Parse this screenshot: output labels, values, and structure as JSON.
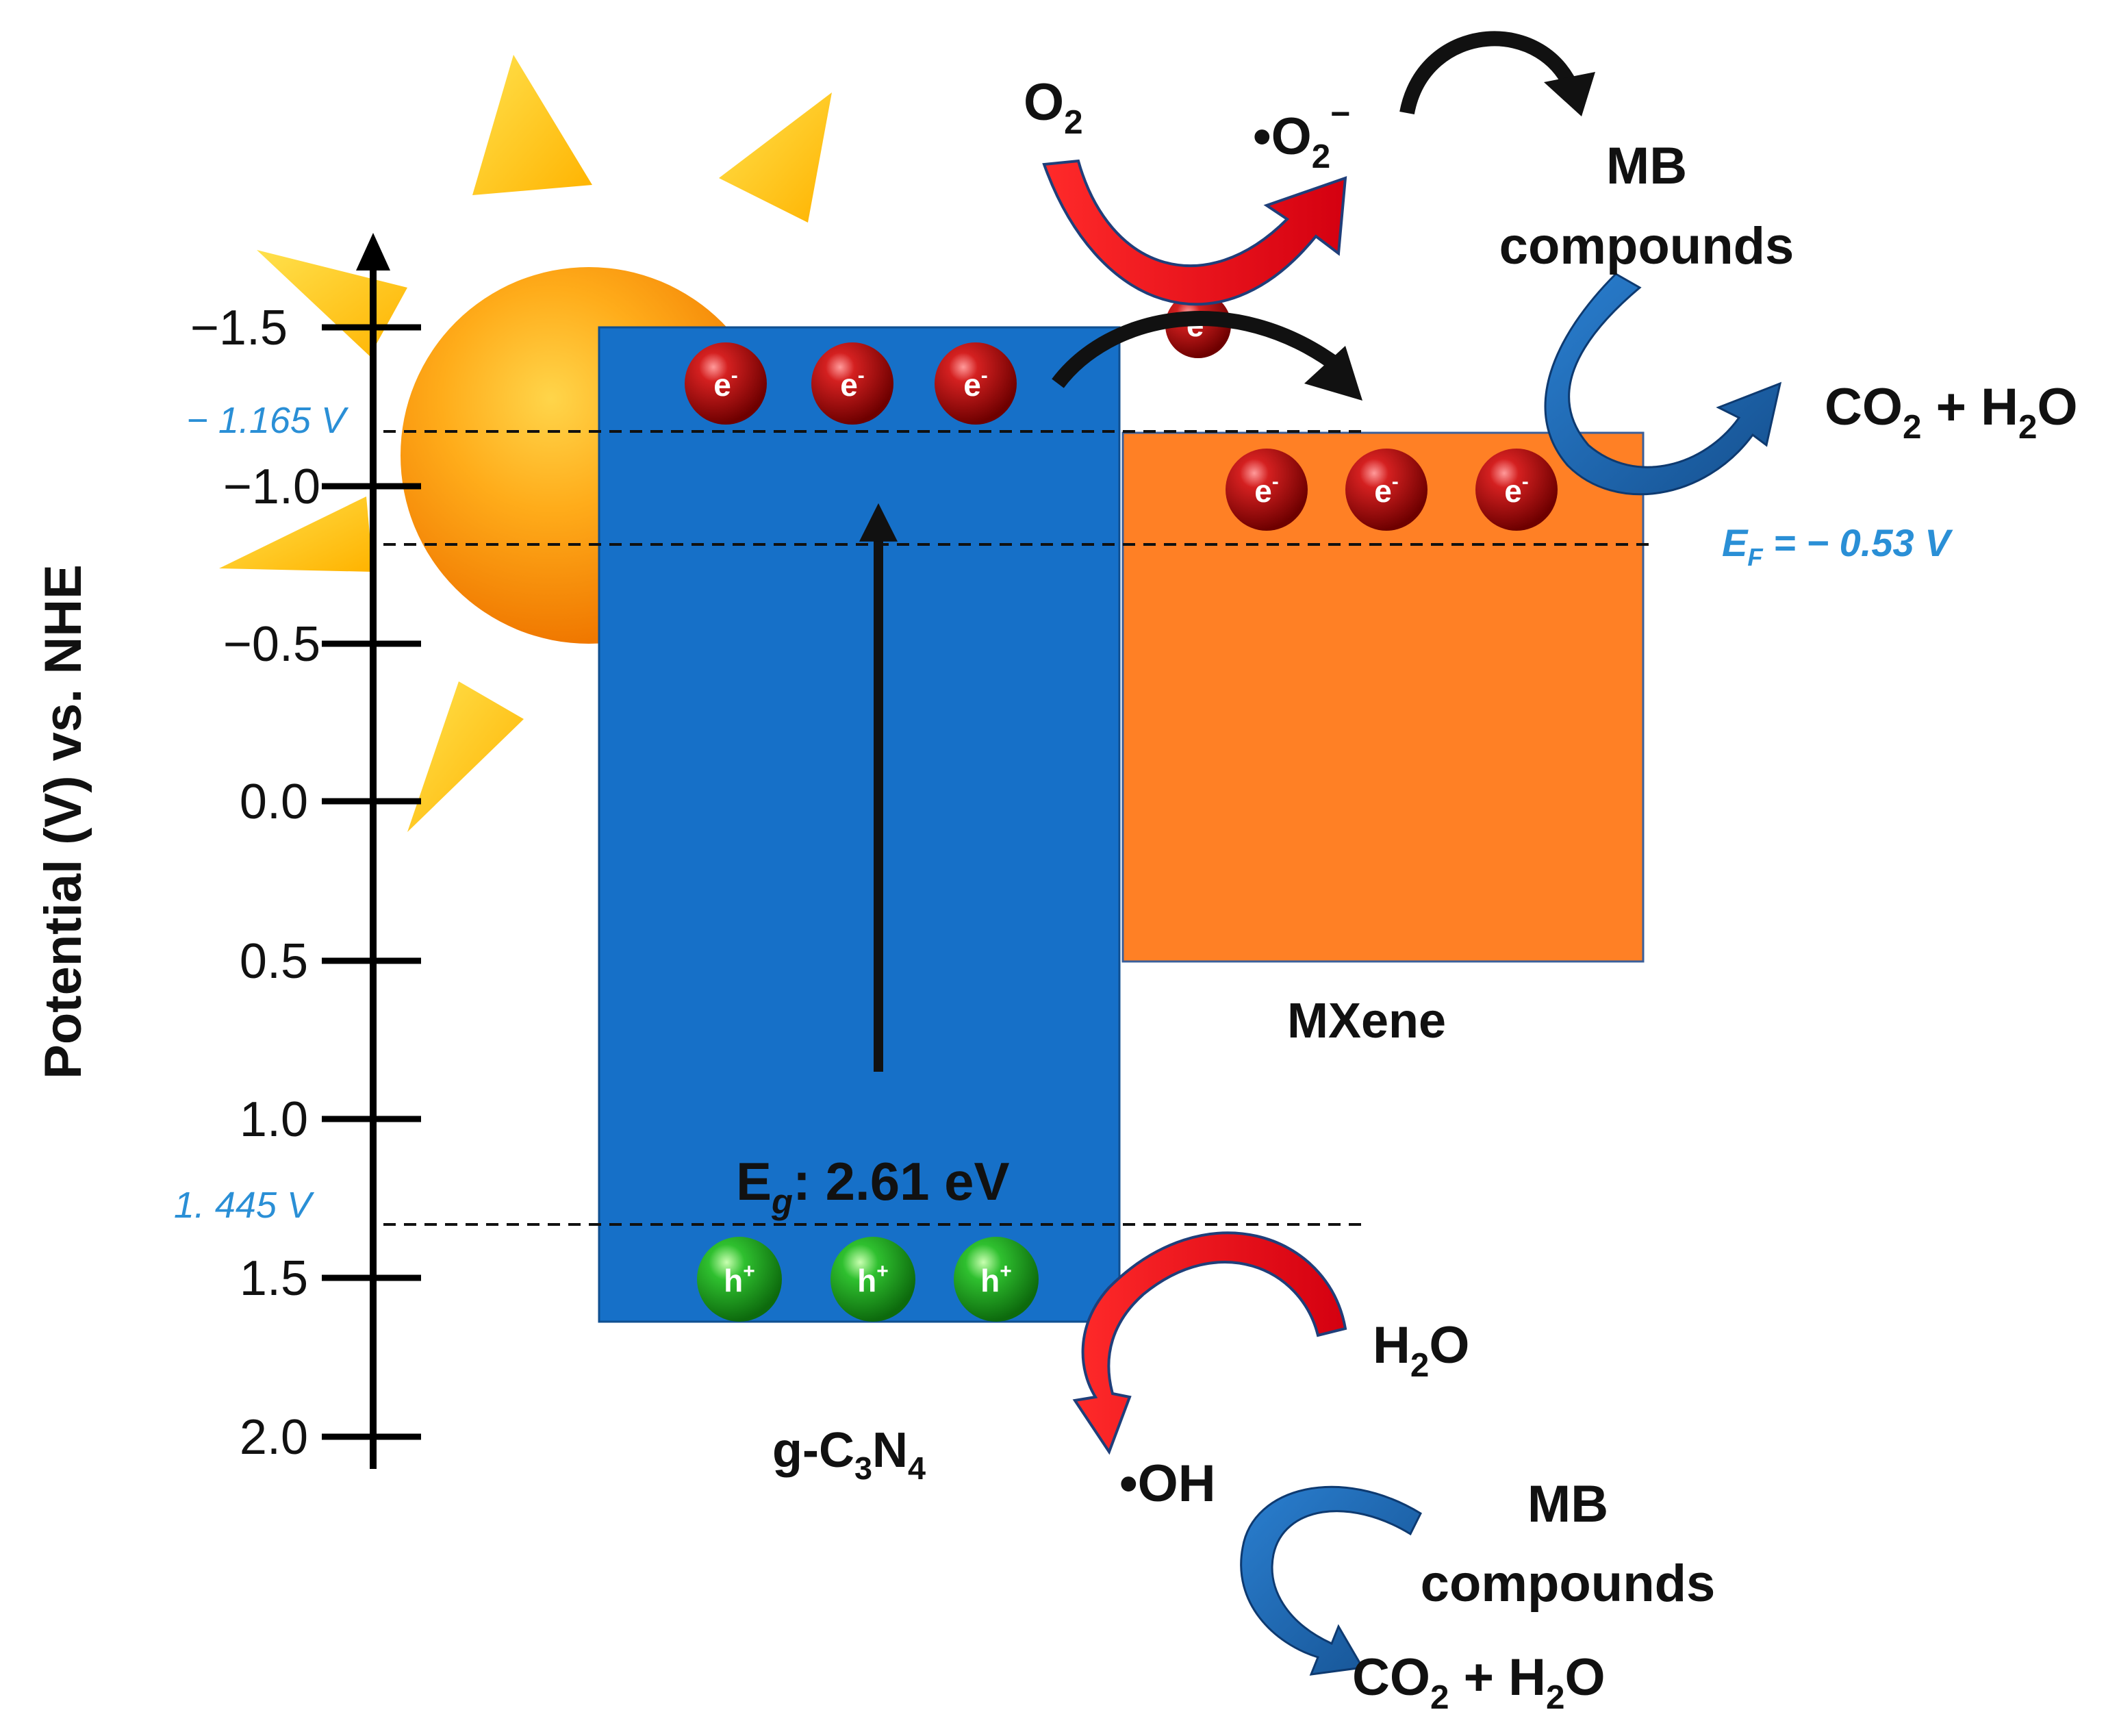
{
  "axis": {
    "label": "Potential (V) vs. NHE",
    "ticks": [
      "−1.5",
      "−1.0",
      "−0.5",
      "0.0",
      "0.5",
      "1.0",
      "1.5",
      "2.0"
    ]
  },
  "levels": {
    "cb_label": "− 1.165 V",
    "vb_label": "1. 445 V",
    "fermi_prefix": "E",
    "fermi_sub": "F",
    "fermi_value": " = − 0.53 V"
  },
  "materials": {
    "semiconductor_a": "g-C",
    "semiconductor_b": "3",
    "semiconductor_c": "N",
    "semiconductor_d": "4",
    "cocatalyst": "MXene",
    "band_gap_prefix": "E",
    "band_gap_sub": "g",
    "band_gap_value": ": 2.61 eV"
  },
  "carriers": {
    "electron_base": "e",
    "electron_sup": "-",
    "hole_base": "h",
    "hole_sup": "+"
  },
  "reactions": {
    "o2_base": "O",
    "o2_sub": "2",
    "superoxide_dot": "•O",
    "superoxide_sub": "2",
    "superoxide_sup": "−",
    "mb_line1": "MB",
    "mb_line2": "compounds",
    "products_co2": "CO",
    "products_sub": "2",
    "products_plus": " + H",
    "products_sub2": "2",
    "products_o": "O",
    "water_h": "H",
    "water_sub": "2",
    "water_o": "O",
    "hydroxyl": "•OH"
  },
  "colors": {
    "gc3n4_band": "#1670c8",
    "mxene_band": "#ff8025",
    "sun": "#fb8c00",
    "sun_rays": "#ffc107",
    "electron": "#b00000",
    "hole": "#1fa31f",
    "level_label": "#2a8fd6",
    "red_arrow": "#e8101c",
    "blue_arrow": "#1f6bb6"
  }
}
